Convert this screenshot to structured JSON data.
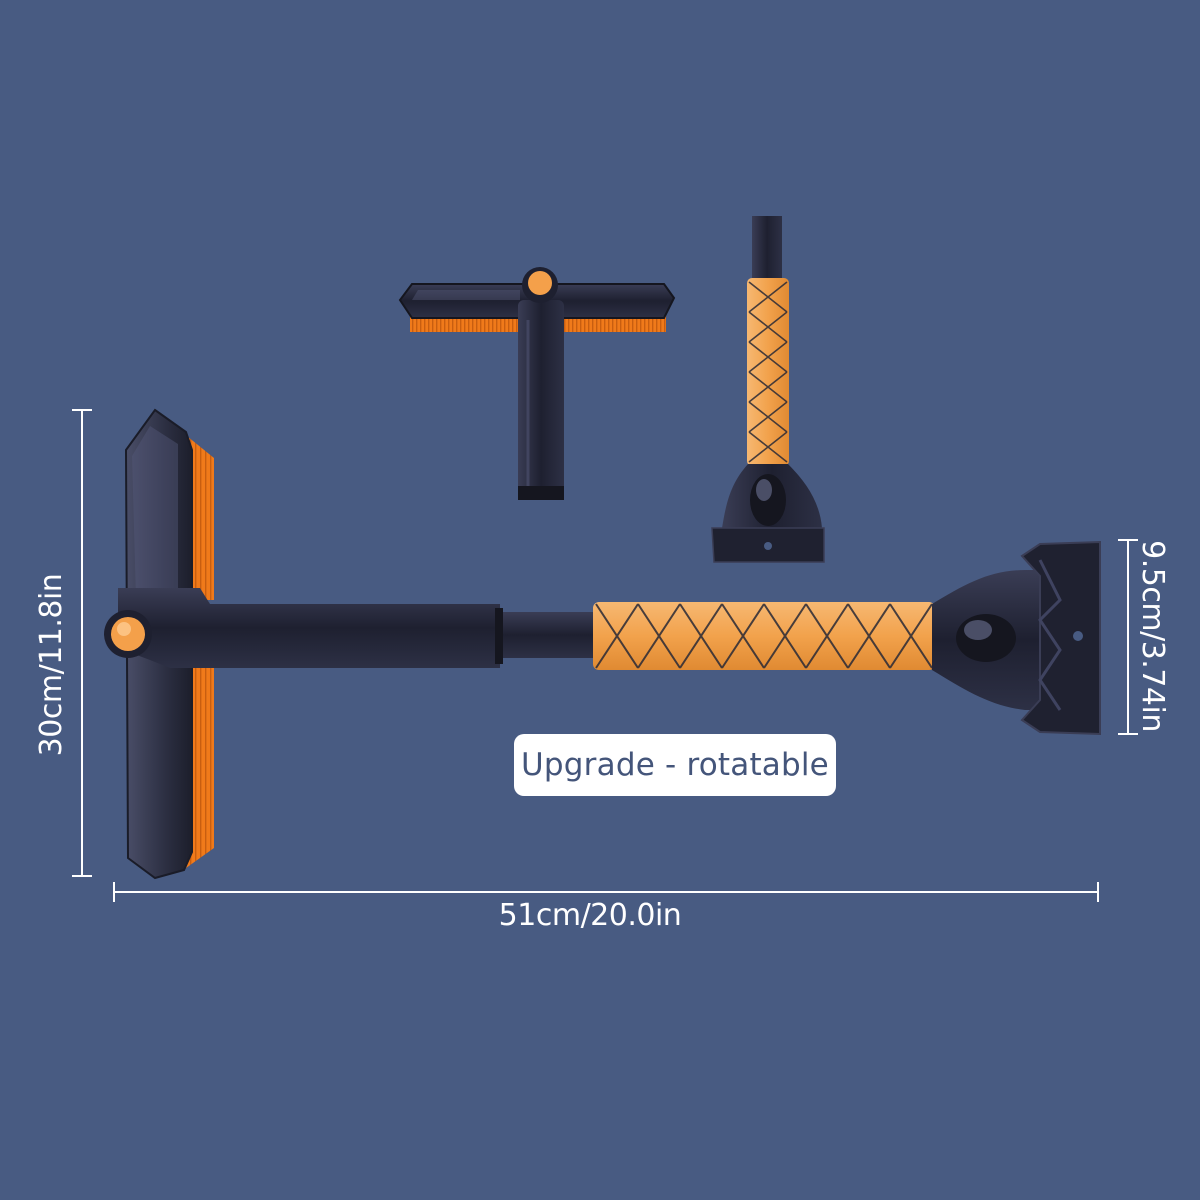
{
  "dimensions": {
    "width_label": "51cm/20.0in",
    "height_label": "30cm/11.8in",
    "scraper_label": "9.5cm/3.74in"
  },
  "badge": {
    "text": "Upgrade - rotatable"
  },
  "colors": {
    "background": "#485b82",
    "handle": "#25283a",
    "grip": "#f0a24a",
    "bristles": "#f07a1a"
  }
}
